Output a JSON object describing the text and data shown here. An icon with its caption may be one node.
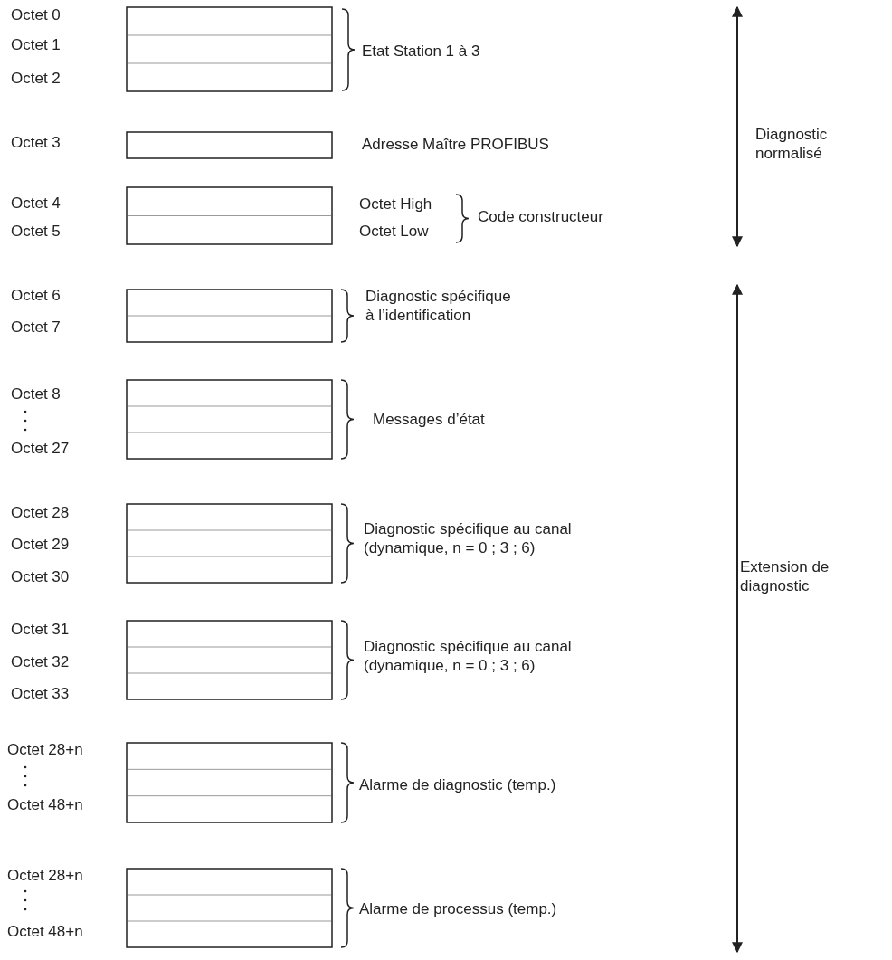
{
  "diagram": {
    "labels": [
      "Octet 0",
      "Octet 1",
      "Octet 2",
      "Etat Station 1 à 3",
      "Diagnostic normalisé",
      "Octet 3",
      "Adresse Maître PROFIBUS",
      "Octet 4",
      "Octet High",
      "Code constructeur",
      "Octet 5",
      "Octet Low",
      "Octet 6",
      "Diagnostic spécifique à l’identification",
      "Octet 7",
      "Octet 8",
      "Messages d’état",
      "Octet 27",
      "Octet 28",
      "Diagnostic spécifique au canal (dynamique, n = 0 ; 3 ; 6)",
      "Octet 29",
      "Octet 30",
      "Extension de diagnostic",
      "Octet 31",
      "Diagnostic spécifique au canal (dynamique, n = 0 ; 3 ; 6)",
      "Octet 32",
      "Octet 33",
      "Octet 28+n",
      "Alarme de diagnostic (temp.)",
      "Octet 48+n",
      "Octet 28+n",
      "Alarme de processus (temp.)",
      "Octet 48+n"
    ]
  }
}
